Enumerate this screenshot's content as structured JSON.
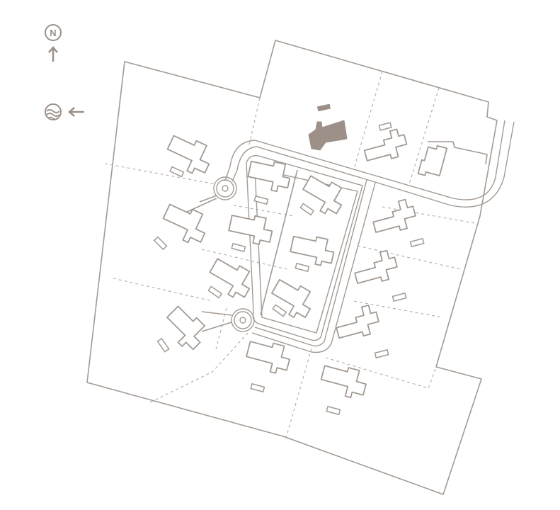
{
  "legend": {
    "north_label": "N",
    "north_icon": "north-arrow-icon",
    "water_icon": "water-direction-icon",
    "water_arrow": "arrow-left-icon"
  },
  "colors": {
    "line": "#a39a93",
    "dashed": "#b3aba5",
    "highlight_building": "#9c9089",
    "background": "#ffffff"
  },
  "map": {
    "type": "site-plan",
    "lots_count": 16,
    "cul_de_sacs": 2,
    "highlighted_buildings": 1
  }
}
